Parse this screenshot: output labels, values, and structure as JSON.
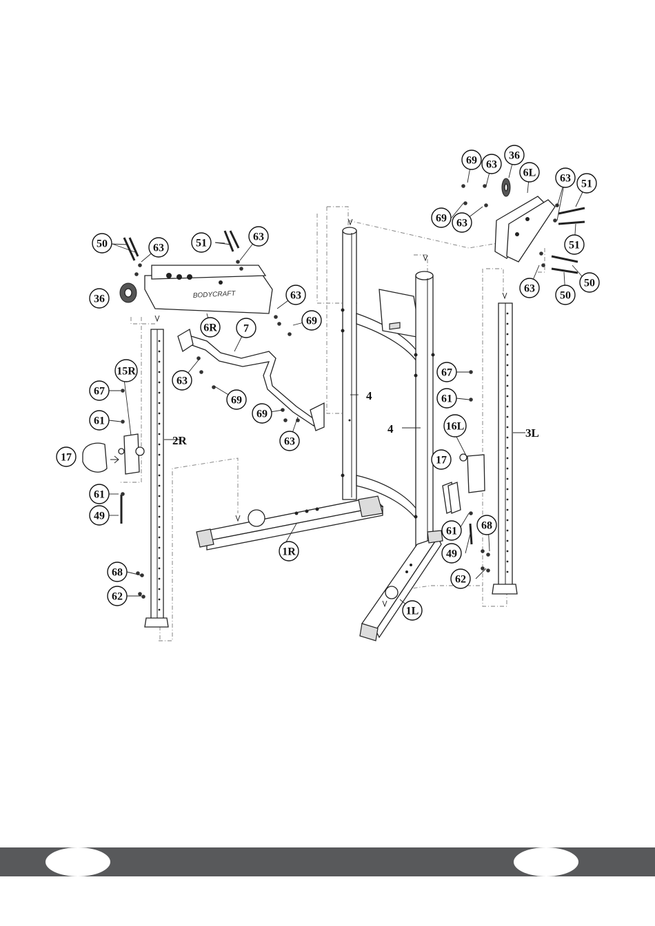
{
  "brand_text": "BODYCRAFT",
  "callouts": [
    {
      "id": "c-69-tl",
      "label": "69"
    },
    {
      "id": "c-63-tl",
      "label": "63"
    },
    {
      "id": "c-36-tl",
      "label": "36"
    },
    {
      "id": "c-6L",
      "label": "6L"
    },
    {
      "id": "c-63-tr",
      "label": "63"
    },
    {
      "id": "c-51-tr",
      "label": "51"
    },
    {
      "id": "c-69-l2",
      "label": "69"
    },
    {
      "id": "c-63-l2",
      "label": "63"
    },
    {
      "id": "c-51-r2",
      "label": "51"
    },
    {
      "id": "c-63-r3",
      "label": "63"
    },
    {
      "id": "c-50-r3",
      "label": "50"
    },
    {
      "id": "c-50-r4",
      "label": "50"
    },
    {
      "id": "c-50-ul",
      "label": "50"
    },
    {
      "id": "c-63-ul",
      "label": "63"
    },
    {
      "id": "c-51-um",
      "label": "51"
    },
    {
      "id": "c-63-um",
      "label": "63"
    },
    {
      "id": "c-36-l",
      "label": "36"
    },
    {
      "id": "c-63-mid",
      "label": "63"
    },
    {
      "id": "c-69-mid",
      "label": "69"
    },
    {
      "id": "c-6R",
      "label": "6R"
    },
    {
      "id": "c-7",
      "label": "7"
    },
    {
      "id": "c-15R",
      "label": "15R"
    },
    {
      "id": "c-67-l",
      "label": "67"
    },
    {
      "id": "c-63-lm",
      "label": "63"
    },
    {
      "id": "c-69-lm",
      "label": "69"
    },
    {
      "id": "c-61-l1",
      "label": "61"
    },
    {
      "id": "c-17-l",
      "label": "17"
    },
    {
      "id": "c-61-l2",
      "label": "61"
    },
    {
      "id": "c-49-l",
      "label": "49"
    },
    {
      "id": "c-69-c",
      "label": "69"
    },
    {
      "id": "c-63-c",
      "label": "63"
    },
    {
      "id": "c-67-r",
      "label": "67"
    },
    {
      "id": "c-61-r1",
      "label": "61"
    },
    {
      "id": "c-16L",
      "label": "16L"
    },
    {
      "id": "c-17-r",
      "label": "17"
    },
    {
      "id": "c-61-r2",
      "label": "61"
    },
    {
      "id": "c-49-r",
      "label": "49"
    },
    {
      "id": "c-68-r",
      "label": "68"
    },
    {
      "id": "c-62-r",
      "label": "62"
    },
    {
      "id": "c-68-l",
      "label": "68"
    },
    {
      "id": "c-62-l",
      "label": "62"
    },
    {
      "id": "c-1R",
      "label": "1R"
    },
    {
      "id": "c-1L",
      "label": "1L"
    }
  ],
  "part_labels": {
    "upright_left": "4",
    "upright_right": "4",
    "post_2R": "2R",
    "post_3L": "3L"
  }
}
